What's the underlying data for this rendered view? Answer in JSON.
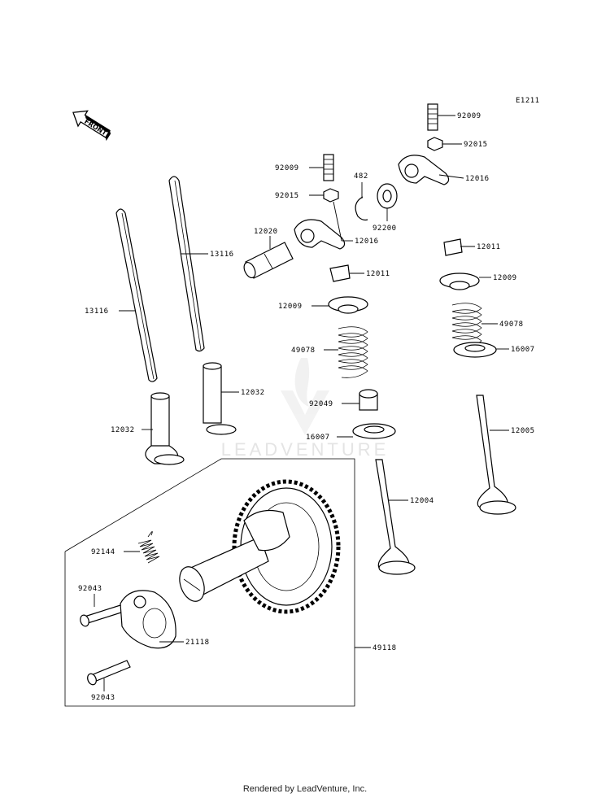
{
  "diagram_code": "E1211",
  "front_label": "FRONT",
  "watermark": "LEADVENTURE",
  "footer": "Rendered by LeadVenture, Inc.",
  "labels": {
    "l_92009_top": "92009",
    "l_92015_top": "92015",
    "l_12016_top": "12016",
    "l_92009_mid": "92009",
    "l_482": "482",
    "l_92015_mid": "92015",
    "l_92200": "92200",
    "l_12020": "12020",
    "l_12016_mid": "12016",
    "l_12011_right": "12011",
    "l_13116_right": "13116",
    "l_12011_mid": "12011",
    "l_12009_right": "12009",
    "l_13116_left": "13116",
    "l_12009_mid": "12009",
    "l_49078_right": "49078",
    "l_49078_mid": "49078",
    "l_16007_right": "16007",
    "l_12032_right": "12032",
    "l_92049": "92049",
    "l_12005": "12005",
    "l_12032_left": "12032",
    "l_16007_mid": "16007",
    "l_12004": "12004",
    "l_92144": "92144",
    "l_92043_top": "92043",
    "l_21118": "21118",
    "l_49118": "49118",
    "l_92043_bottom": "92043"
  }
}
